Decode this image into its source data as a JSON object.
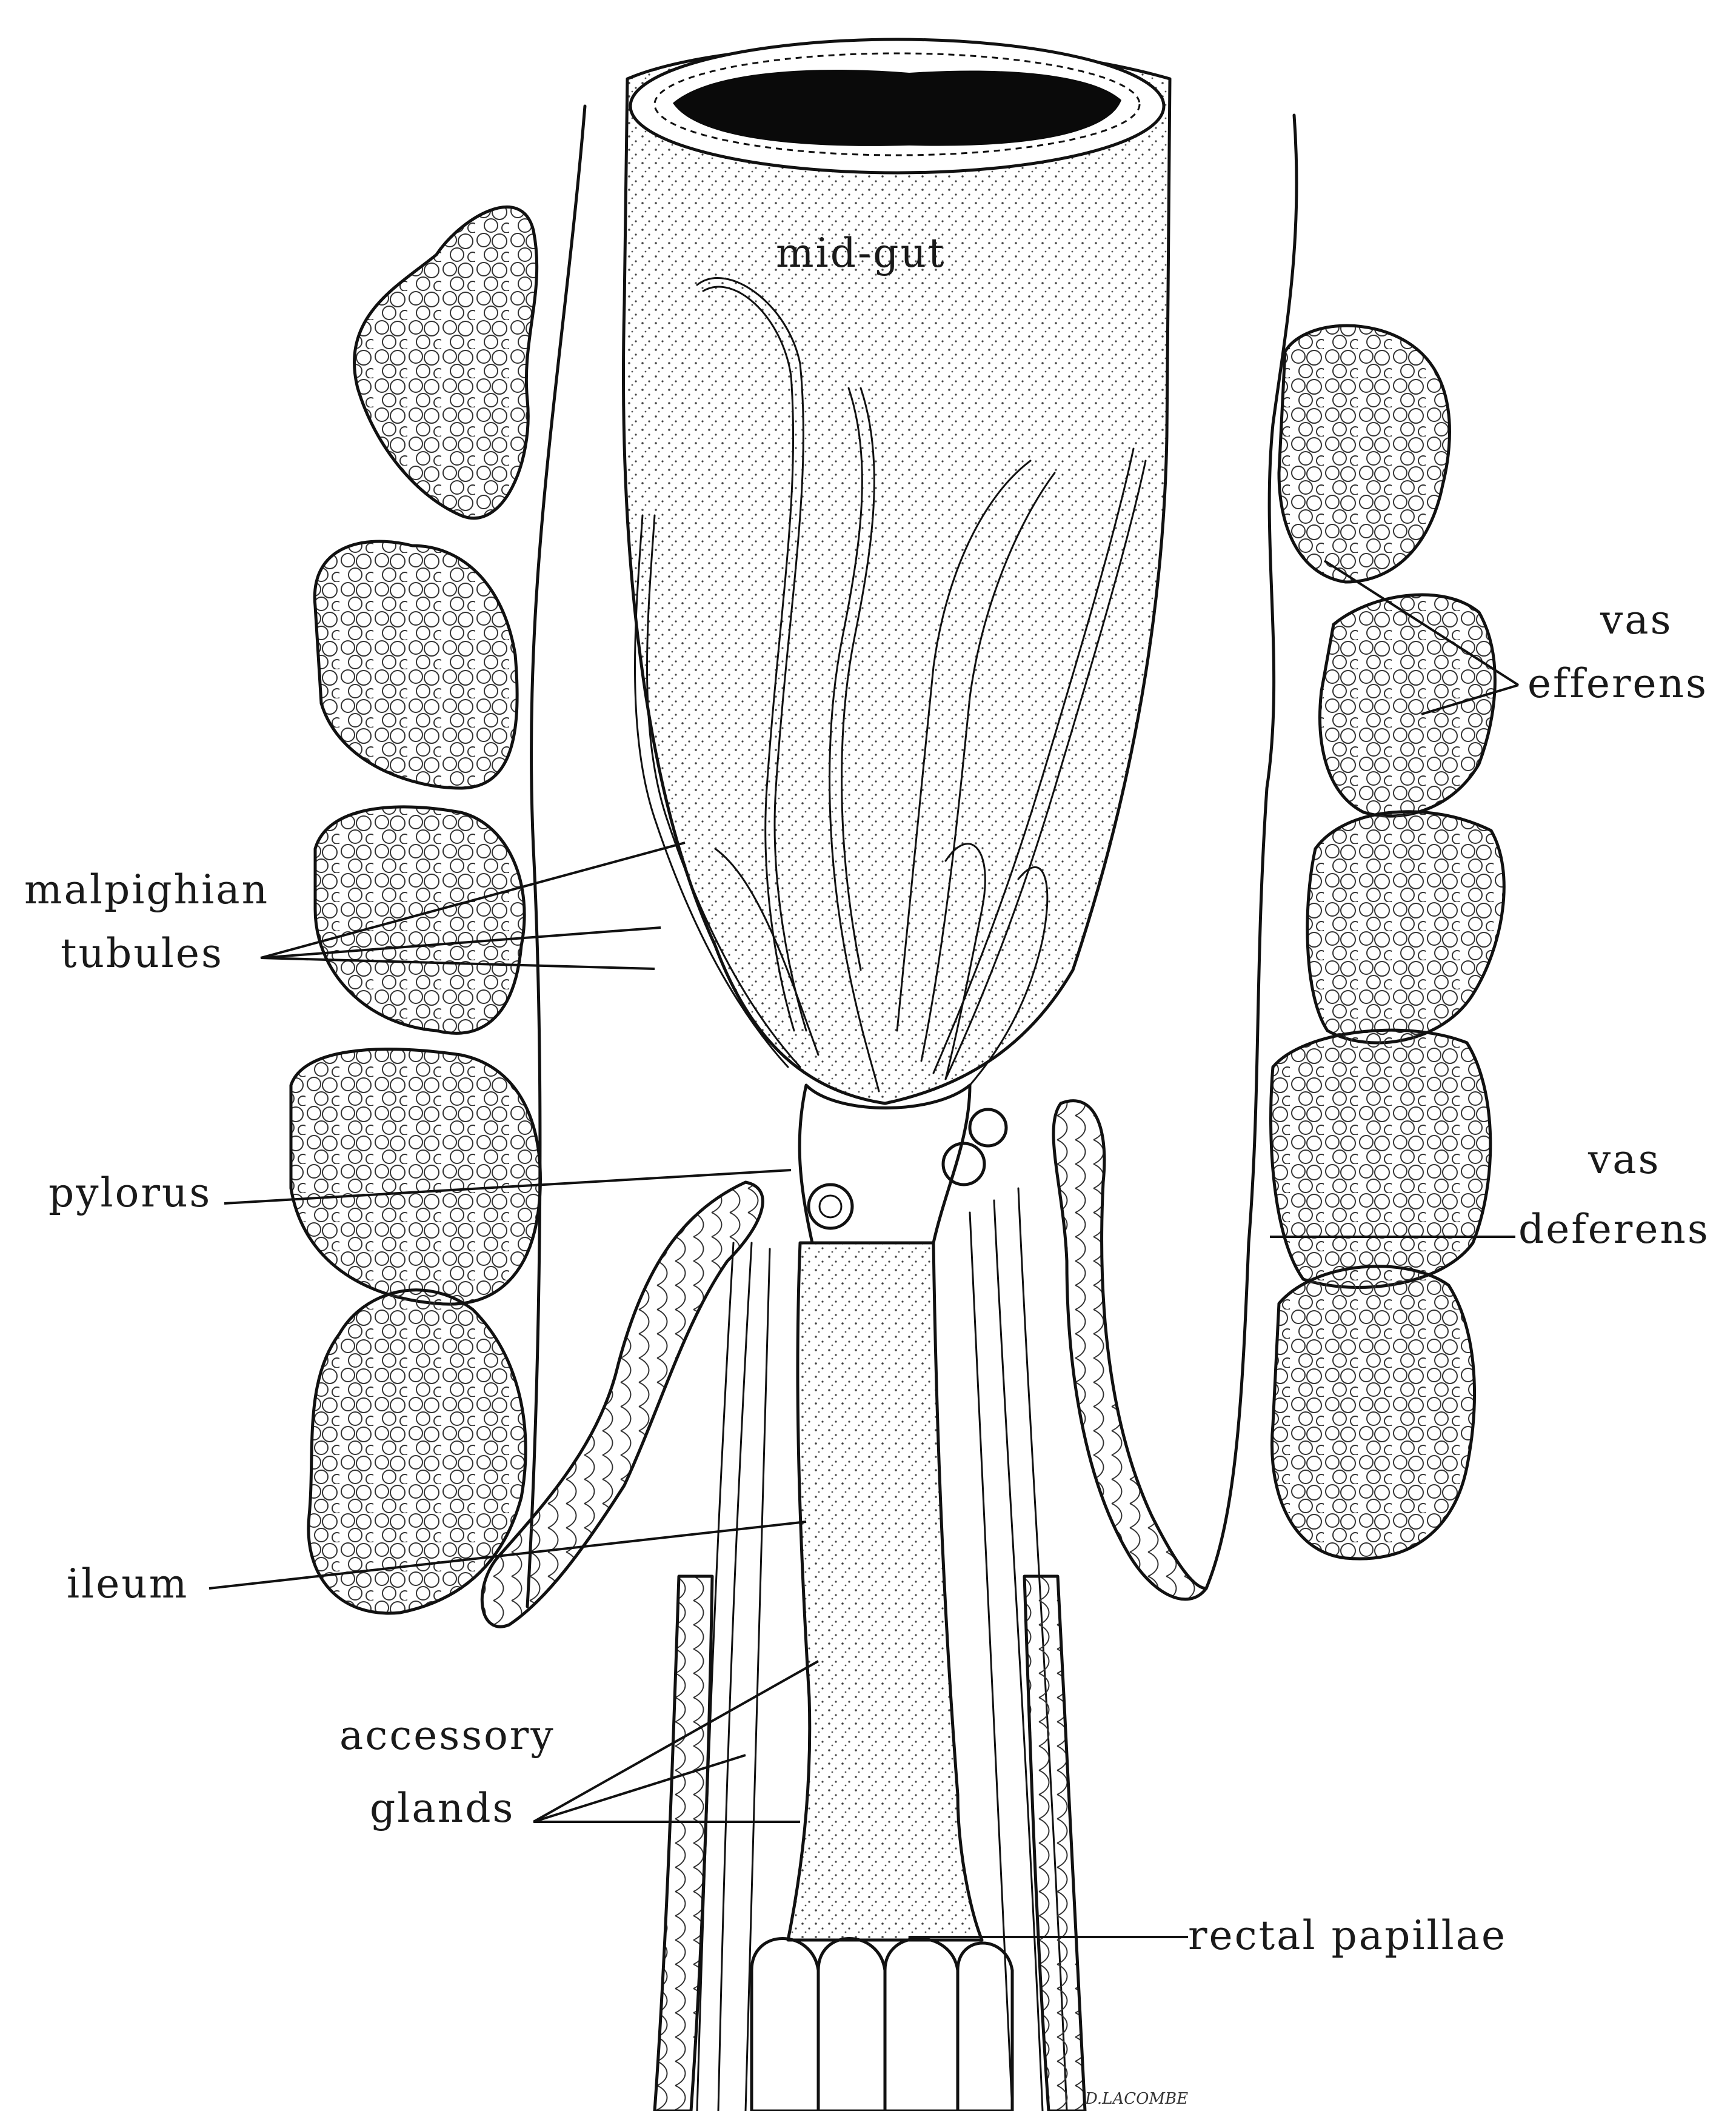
{
  "labels": {
    "mid_gut": "mid-gut",
    "vas_efferens_line1": "vas",
    "vas_efferens_line2": "efferens",
    "malpighian_line1": "malpighian",
    "malpighian_line2": "tubules",
    "pylorus": "pylorus",
    "vas_deferens_line1": "vas",
    "vas_deferens_line2": "deferens",
    "ileum": "ileum",
    "accessory_line1": "accessory",
    "accessory_line2": "glands",
    "rectal_papillae": "rectal papillae"
  },
  "signature": "D.LACOMBE",
  "colors": {
    "ink": "#111111",
    "paper": "#ffffff",
    "lumen": "#0a0a0a"
  }
}
